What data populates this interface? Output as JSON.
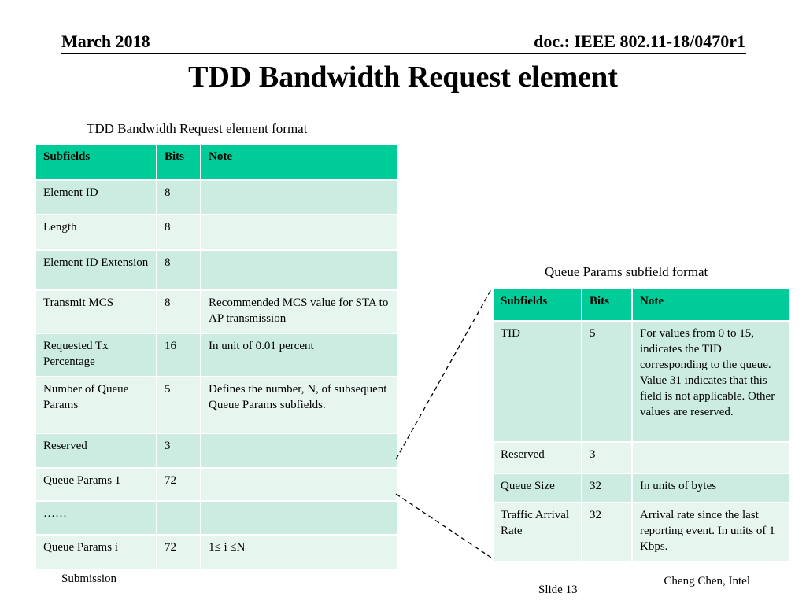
{
  "header": {
    "date": "March  2018",
    "doc": "doc.: IEEE 802.11-18/0470r1"
  },
  "title": "TDD Bandwidth Request element",
  "main_table": {
    "caption": "TDD Bandwidth Request element format",
    "headers": [
      "Subfields",
      "Bits",
      "Note"
    ],
    "rows": [
      [
        "Element ID",
        "8",
        ""
      ],
      [
        "Length",
        "8",
        ""
      ],
      [
        "Element ID Extension",
        "8",
        ""
      ],
      [
        "Transmit MCS",
        "8",
        "Recommended MCS value for STA to AP transmission"
      ],
      [
        "Requested Tx Percentage",
        "16",
        "In unit of 0.01 percent"
      ],
      [
        "Number of Queue Params",
        "5",
        "Defines the number, N, of subsequent Queue Params subfields."
      ],
      [
        "Reserved",
        "3",
        ""
      ],
      [
        "Queue Params 1",
        "72",
        ""
      ],
      [
        "……",
        "",
        ""
      ],
      [
        "Queue Params i",
        "72",
        "1≤ i ≤N"
      ]
    ]
  },
  "queue_table": {
    "caption": "Queue Params subfield format",
    "headers": [
      "Subfields",
      "Bits",
      "Note"
    ],
    "rows": [
      [
        "TID",
        "5",
        "For values from 0 to 15, indicates the TID corresponding to the queue. Value 31 indicates that this field is not applicable. Other values are reserved."
      ],
      [
        "Reserved",
        "3",
        ""
      ],
      [
        "Queue Size",
        "32",
        "In units of bytes"
      ],
      [
        "Traffic Arrival Rate",
        "32",
        "Arrival rate since the last reporting event. In units of 1 Kbps."
      ]
    ]
  },
  "footer": {
    "left": "Submission",
    "center": "Slide 13",
    "right": "Cheng Chen, Intel"
  },
  "colors": {
    "header_fill": "#00cc99",
    "band_dark": "#cdece1",
    "band_light": "#e7f5ef"
  }
}
